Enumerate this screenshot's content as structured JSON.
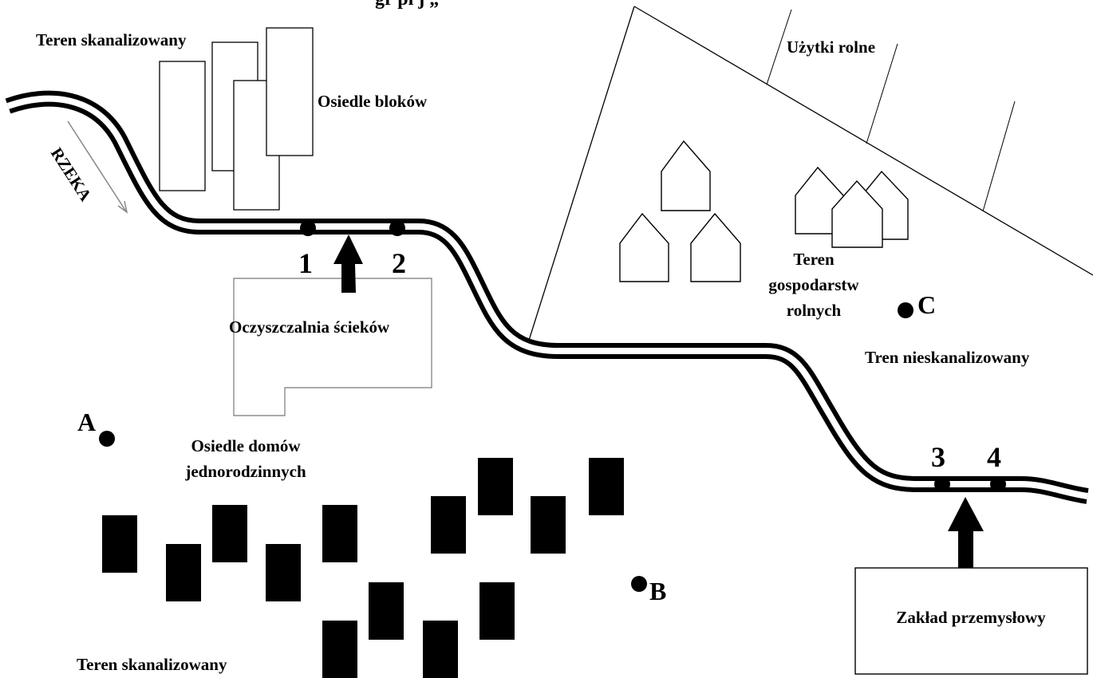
{
  "title_fragment": "gr pi         j       „",
  "labels": {
    "sewered_north": "Teren skanalizowany",
    "blocks": "Osiedle bloków",
    "farmland": "Użytki rolne",
    "river": "RZEKA",
    "farms_line1": "Teren",
    "farms_line2": "gospodarstw",
    "farms_line3": "rolnych",
    "treatment_plant": "Oczyszczalnia ścieków",
    "unsewered": "Tren nieskanalizowany",
    "houses_line1": "Osiedle domów",
    "houses_line2": "jednorodzinnych",
    "sewered_south": "Teren skanalizowany",
    "factory": "Zakład przemysłowy"
  },
  "sampling_points": [
    "1",
    "2",
    "3",
    "4"
  ],
  "locations": [
    "A",
    "B",
    "C"
  ],
  "colors": {
    "ink": "#000000",
    "paper": "#ffffff",
    "plant_outline": "#777777",
    "arrow_gray": "#888888"
  }
}
